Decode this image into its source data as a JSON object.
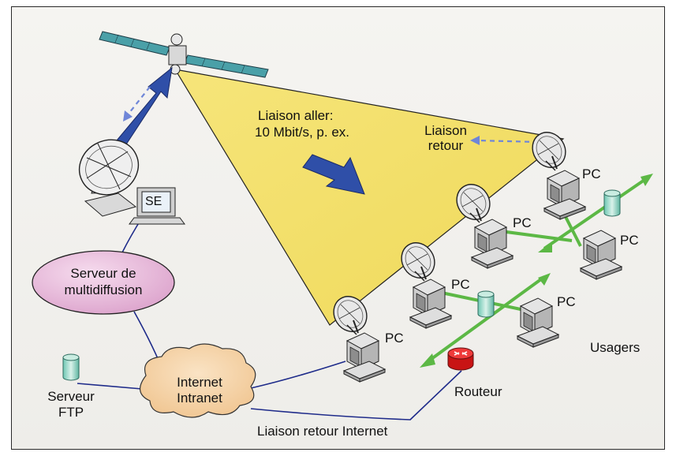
{
  "labels": {
    "liaison_aller_line1": "Liaison aller:",
    "liaison_aller_line2": "10 Mbit/s, p. ex.",
    "liaison_retour_line1": "Liaison",
    "liaison_retour_line2": "retour",
    "se": "SE",
    "serveur_multi_line1": "Serveur de",
    "serveur_multi_line2": "multidiffusion",
    "serveur_ftp_line1": "Serveur",
    "serveur_ftp_line2": "FTP",
    "internet_line1": "Internet",
    "internet_line2": "Intranet",
    "liaison_retour_internet": "Liaison retour Internet",
    "routeur": "Routeur",
    "usagers": "Usagers",
    "pc": "PC"
  },
  "colors": {
    "beam": "#f3e06a",
    "arrow_blue": "#2f4fa8",
    "link_line": "#1e2b8a",
    "lan_green": "#5cb845",
    "oval_pink": "#e8b6d8",
    "cloud_peach": "#f3cfa0",
    "router_red": "#e01818"
  }
}
